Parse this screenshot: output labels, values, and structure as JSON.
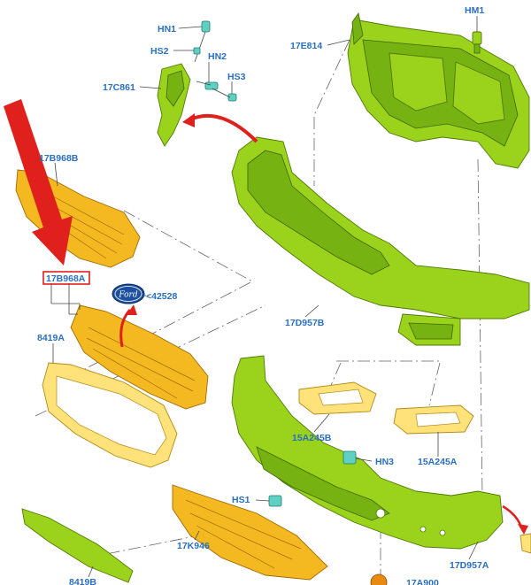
{
  "labels": {
    "hn1": "HN1",
    "hs2": "HS2",
    "hn2": "HN2",
    "hs3": "HS3",
    "c17_861": "17C861",
    "e17_814": "17E814",
    "hm1": "HM1",
    "b17_968b": "17B968B",
    "b17_968a": "17B968A",
    "n42528": "<42528",
    "a8419": "8419A",
    "d17_957b": "17D957B",
    "a15_245b": "15A245B",
    "a15_245a": "15A245A",
    "hn3": "HN3",
    "hs1": "HS1",
    "k17_946": "17K946",
    "d17_957a": "17D957A",
    "b8419": "8419B",
    "a17_900": "17A900"
  },
  "badge": {
    "brand": "Ford"
  },
  "colors": {
    "label": "#2a6fc0",
    "highlight_box": "#e0201c",
    "pointer_arrow": "#e0201c",
    "part_green": "#9bd21b",
    "part_yellow": "#f4b921",
    "part_light_yellow": "#ffe27a",
    "badge_blue": "#1d4fa0"
  }
}
